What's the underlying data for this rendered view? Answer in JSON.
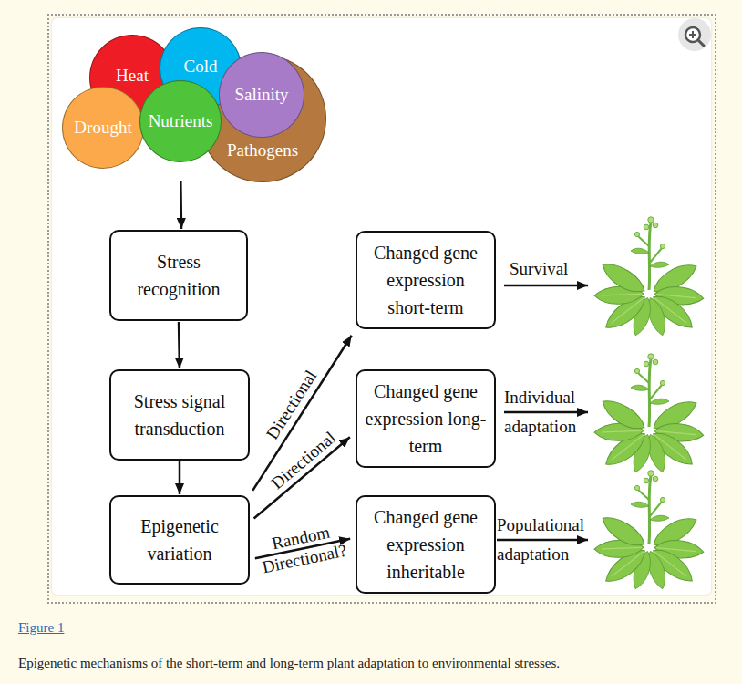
{
  "diagram": {
    "caption": "Epigenetic mechanisms of the short-term and long-term plant adaptation to environmental stresses.",
    "nodes": [
      {
        "text": [
          "Heat"
        ]
      },
      {
        "text": [
          "Cold"
        ]
      },
      {
        "text": [
          "Salinity"
        ]
      },
      {
        "text": [
          "Drought"
        ]
      },
      {
        "text": [
          "Nutrients"
        ]
      },
      {
        "text": [
          "Pathogens"
        ]
      },
      {
        "text": [
          "Stress recognition"
        ]
      },
      {
        "text": [
          "Changed gene expression short-term"
        ]
      },
      {
        "text": [
          "Stress signal transduction"
        ]
      },
      {
        "text": [
          "Changed gene expression long-term"
        ]
      },
      {
        "text": [
          "Epigenetic variation"
        ]
      },
      {
        "text": [
          "Changed gene expression inheritable"
        ]
      }
    ],
    "edges": [
      {
        "from": 4,
        "to": 6,
        "arrow": "to"
      },
      {
        "from": 6,
        "to": 8,
        "arrow": "to"
      },
      {
        "from": 8,
        "to": 10,
        "arrow": "to"
      },
      {
        "from": 10,
        "to": 7,
        "label": "Directional",
        "arrow": "to"
      },
      {
        "from": 10,
        "to": 9,
        "label": "Directional",
        "arrow": "to"
      },
      {
        "from": 10,
        "to": 11,
        "label": "Random",
        "arrow": "to"
      }
    ],
    "labels": [
      "Survival",
      "Individual adaptation",
      "Directional?",
      "Populational adaptation",
      "Figure 1"
    ]
  }
}
